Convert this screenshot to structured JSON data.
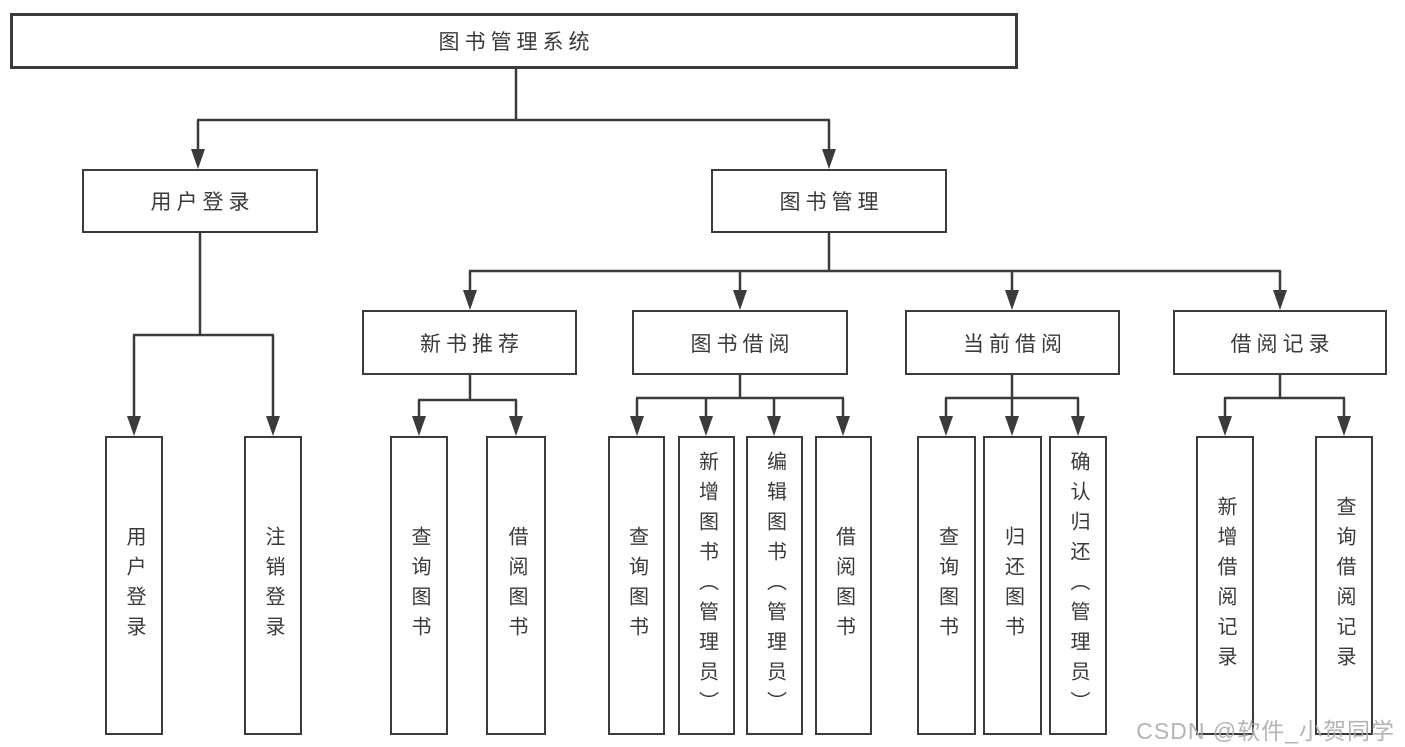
{
  "diagram": {
    "tree": {
      "label": "图书管理系统",
      "children": [
        {
          "label": "用户登录",
          "children": [
            {
              "label": "用户登录"
            },
            {
              "label": "注销登录"
            }
          ]
        },
        {
          "label": "图书管理",
          "children": [
            {
              "label": "新书推荐",
              "children": [
                {
                  "label": "查询图书"
                },
                {
                  "label": "借阅图书"
                }
              ]
            },
            {
              "label": "图书借阅",
              "children": [
                {
                  "label": "查询图书"
                },
                {
                  "label": "新增图书（管理员）"
                },
                {
                  "label": "编辑图书（管理员）"
                },
                {
                  "label": "借阅图书"
                }
              ]
            },
            {
              "label": "当前借阅",
              "children": [
                {
                  "label": "查询图书"
                },
                {
                  "label": "归还图书"
                },
                {
                  "label": "确认归还（管理员）"
                }
              ]
            },
            {
              "label": "借阅记录",
              "children": [
                {
                  "label": "新增借阅记录"
                },
                {
                  "label": "查询借阅记录"
                }
              ]
            }
          ]
        }
      ]
    },
    "watermark": "CSDN @软件_小贺同学",
    "colors": {
      "line": "#3b3b3b",
      "text": "#3a3a3a",
      "watermark": "#acacb0",
      "background": "#ffffff"
    }
  }
}
